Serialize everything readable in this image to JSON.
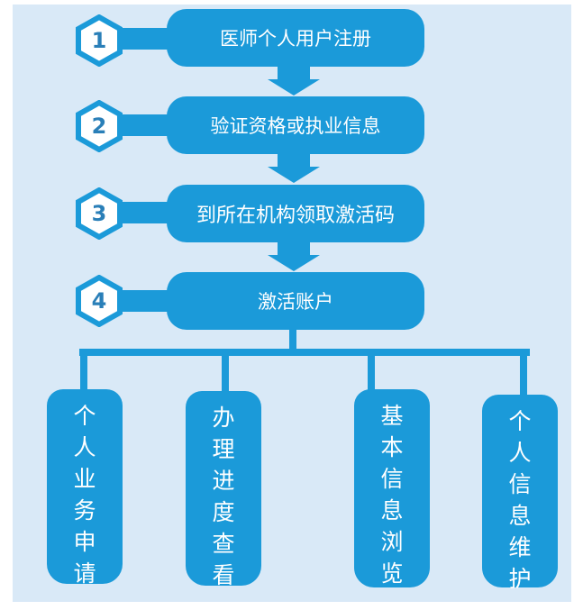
{
  "diagram": {
    "type": "flowchart",
    "colors": {
      "background_panel": "#d9e9f7",
      "primary_blue": "#1b9ad9",
      "badge_number": "#2a7fb8",
      "text": "#ffffff"
    },
    "steps": [
      {
        "number": "1",
        "label": "医师个人用户注册"
      },
      {
        "number": "2",
        "label": "验证资格或执业信息"
      },
      {
        "number": "3",
        "label": "到所在机构领取激活码"
      },
      {
        "number": "4",
        "label": "激活账户"
      }
    ],
    "branches": [
      {
        "label": "个人业务申请",
        "chars": [
          "个",
          "人",
          "业",
          "务",
          "申",
          "请"
        ]
      },
      {
        "label": "办理进度查看",
        "chars": [
          "办",
          "理",
          "进",
          "度",
          "查",
          "看"
        ]
      },
      {
        "label": "基本信息浏览",
        "chars": [
          "基",
          "本",
          "信",
          "息",
          "浏",
          "览"
        ]
      },
      {
        "label": "个人信息维护",
        "chars": [
          "个",
          "人",
          "信",
          "息",
          "维",
          "护"
        ]
      }
    ]
  }
}
